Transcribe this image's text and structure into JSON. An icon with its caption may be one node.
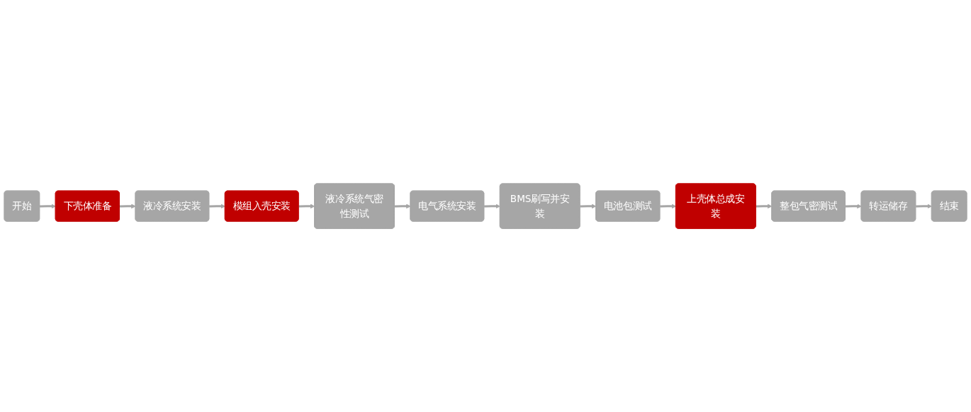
{
  "diagram": {
    "nodes": [
      {
        "text": [
          "开始"
        ]
      },
      {
        "text": [
          "下壳体准备"
        ]
      },
      {
        "text": [
          "液冷系统安装"
        ]
      },
      {
        "text": [
          "模组入壳安装"
        ]
      },
      {
        "text": [
          "液冷系统气密性测试"
        ]
      },
      {
        "text": [
          "电气系统安装"
        ]
      },
      {
        "text": [
          "BMS刷写并安装"
        ]
      },
      {
        "text": [
          "电池包测试"
        ]
      },
      {
        "text": [
          "上壳体总成安装"
        ]
      },
      {
        "text": [
          "整包气密测试"
        ]
      },
      {
        "text": [
          "转运储存"
        ]
      },
      {
        "text": [
          "结束"
        ]
      }
    ],
    "edges": [
      {
        "from": 0,
        "to": 1,
        "arrow": "to"
      },
      {
        "from": 1,
        "to": 2,
        "arrow": "to"
      },
      {
        "from": 2,
        "to": 3,
        "arrow": "to"
      },
      {
        "from": 3,
        "to": 4,
        "arrow": "to"
      },
      {
        "from": 4,
        "to": 5,
        "arrow": "to"
      },
      {
        "from": 5,
        "to": 6,
        "arrow": "to"
      },
      {
        "from": 6,
        "to": 7,
        "arrow": "to"
      },
      {
        "from": 7,
        "to": 8,
        "arrow": "to"
      },
      {
        "from": 8,
        "to": 9,
        "arrow": "to"
      },
      {
        "from": 9,
        "to": 10,
        "arrow": "to"
      },
      {
        "from": 10,
        "to": 11,
        "arrow": "to"
      }
    ]
  }
}
